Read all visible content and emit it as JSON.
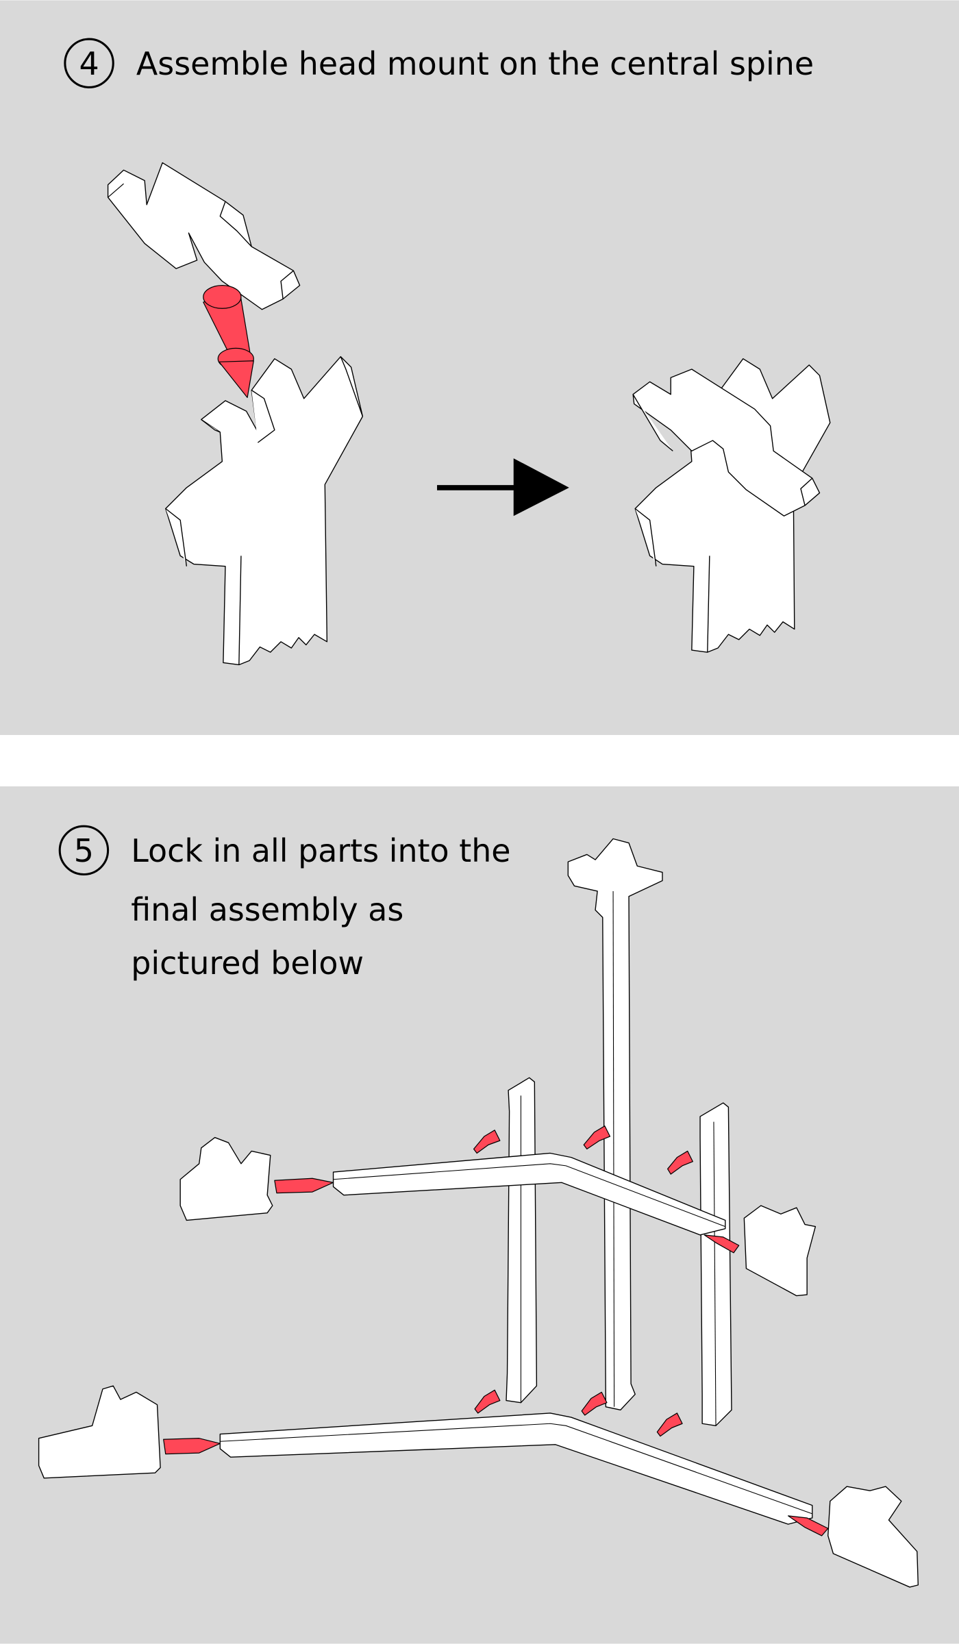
{
  "step4": {
    "number": "4",
    "title": "Assemble head mount on the central spine"
  },
  "step5": {
    "number": "5",
    "title_lines": [
      "Lock in all parts into the",
      "final assembly as",
      "pictured below"
    ]
  },
  "colors": {
    "panel_background": "#d9d9d9",
    "separator": "#ffffff",
    "pin_red": "#ff4757",
    "part_fill": "#ffffff",
    "outline": "#000000"
  },
  "icons": [
    "step-number-circle",
    "direction-arrow-right",
    "red-pin-cone"
  ]
}
